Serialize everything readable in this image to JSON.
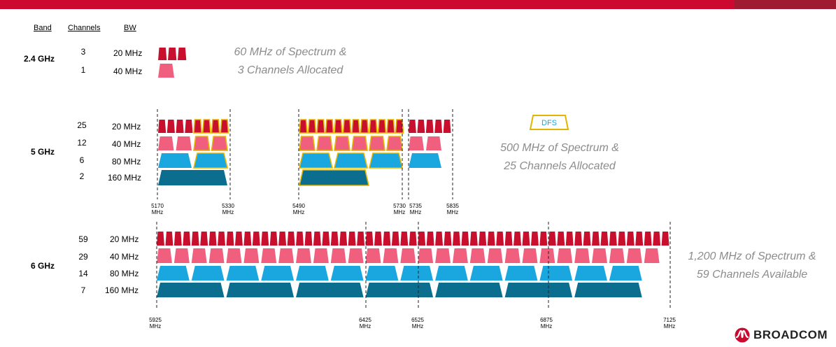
{
  "colors": {
    "topbar": "#cc092f",
    "topbar_right": "#9e1b32",
    "ch20": "#c8102e",
    "ch40": "#f0607e",
    "ch80": "#1aa7e0",
    "ch160": "#0b6e8e",
    "dfs_outline": "#e3b400",
    "note_text": "#8c8c8c"
  },
  "headers": {
    "band": "Band",
    "channels": "Channels",
    "bw": "BW"
  },
  "bands": [
    {
      "name": "2.4 GHz",
      "rows": [
        {
          "channels": "3",
          "bw": "20 MHz"
        },
        {
          "channels": "1",
          "bw": "40 MHz"
        }
      ],
      "note": [
        "60 MHz of Spectrum &",
        "3 Channels Allocated"
      ]
    },
    {
      "name": "5 GHz",
      "rows": [
        {
          "channels": "25",
          "bw": "20 MHz"
        },
        {
          "channels": "12",
          "bw": "40 MHz"
        },
        {
          "channels": "6",
          "bw": "80 MHz"
        },
        {
          "channels": "2",
          "bw": "160 MHz"
        }
      ],
      "frequencies": [
        {
          "value": "5170",
          "unit": "MHz"
        },
        {
          "value": "5330",
          "unit": "MHz"
        },
        {
          "value": "5490",
          "unit": "MHz"
        },
        {
          "value": "5730",
          "unit": "MHz"
        },
        {
          "value": "5735",
          "unit": "MHz"
        },
        {
          "value": "5835",
          "unit": "MHz"
        }
      ],
      "legend_dfs": "DFS",
      "note": [
        "500 MHz of Spectrum &",
        "25 Channels Allocated"
      ]
    },
    {
      "name": "6 GHz",
      "rows": [
        {
          "channels": "59",
          "bw": "20 MHz"
        },
        {
          "channels": "29",
          "bw": "40 MHz"
        },
        {
          "channels": "14",
          "bw": "80 MHz"
        },
        {
          "channels": "7",
          "bw": "160 MHz"
        }
      ],
      "frequencies": [
        {
          "value": "5925",
          "unit": "MHz"
        },
        {
          "value": "6425",
          "unit": "MHz"
        },
        {
          "value": "6525",
          "unit": "MHz"
        },
        {
          "value": "6875",
          "unit": "MHz"
        },
        {
          "value": "7125",
          "unit": "MHz"
        }
      ],
      "note": [
        "1,200 MHz of Spectrum &",
        "59 Channels Available"
      ]
    }
  ],
  "logo": {
    "text": "BROADCOM",
    "icon": "broadcom-logo-icon"
  }
}
